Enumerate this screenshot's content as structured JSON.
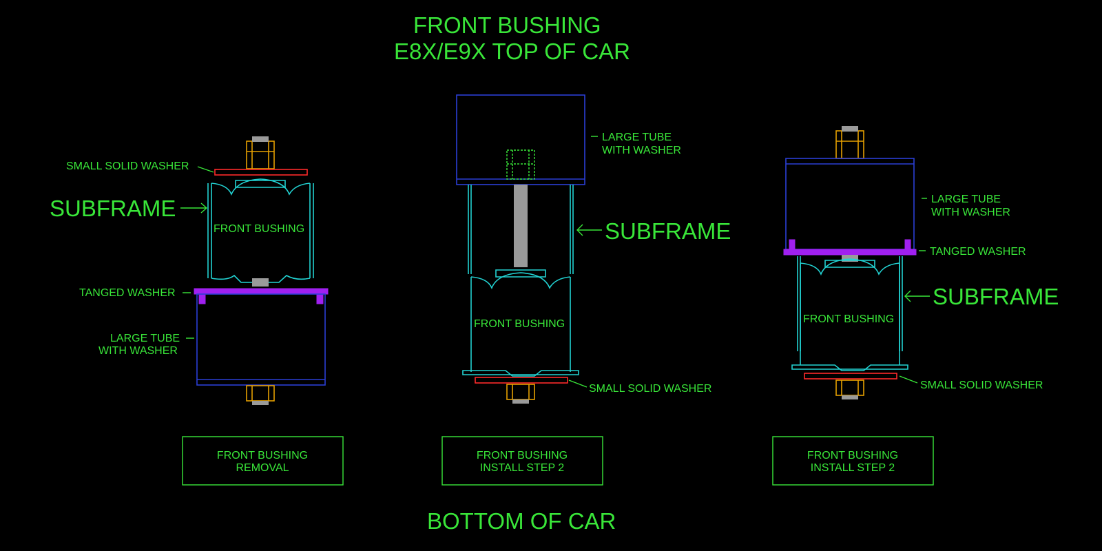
{
  "title": {
    "line1": "FRONT BUSHING",
    "line2": "E8X/E9X  TOP OF CAR"
  },
  "bottom_label": "BOTTOM OF CAR",
  "panels": [
    {
      "caption_line1": "FRONT BUSHING",
      "caption_line2": "REMOVAL",
      "labels": {
        "small_solid_washer": "SMALL SOLID WASHER",
        "subframe": "SUBFRAME",
        "front_bushing": "FRONT BUSHING",
        "tanged_washer": "TANGED WASHER",
        "large_tube_line1": "LARGE TUBE",
        "large_tube_line2": "WITH WASHER"
      }
    },
    {
      "caption_line1": "FRONT BUSHING",
      "caption_line2": "INSTALL STEP 2",
      "labels": {
        "large_tube_line1": "LARGE TUBE",
        "large_tube_line2": "WITH WASHER",
        "subframe": "SUBFRAME",
        "front_bushing": "FRONT BUSHING",
        "small_solid_washer": "SMALL SOLID WASHER"
      }
    },
    {
      "caption_line1": "FRONT BUSHING",
      "caption_line2": "INSTALL STEP 2",
      "labels": {
        "large_tube_line1": "LARGE TUBE",
        "large_tube_line2": "WITH WASHER",
        "tanged_washer": "TANGED WASHER",
        "subframe": "SUBFRAME",
        "front_bushing": "FRONT BUSHING",
        "small_solid_washer": "SMALL SOLID WASHER"
      }
    }
  ]
}
